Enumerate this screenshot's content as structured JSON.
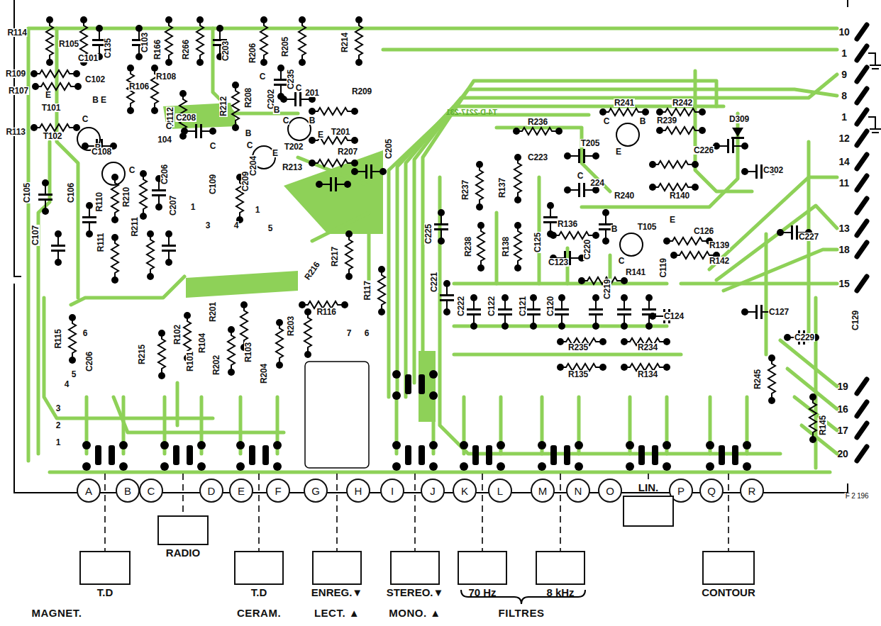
{
  "diagram": {
    "nodes": [
      {
        "text": [
          "A"
        ]
      },
      {
        "text": [
          "B"
        ]
      },
      {
        "text": [
          "C"
        ]
      },
      {
        "text": [
          "D"
        ]
      },
      {
        "text": [
          "E"
        ]
      },
      {
        "text": [
          "F"
        ]
      },
      {
        "text": [
          "G"
        ]
      },
      {
        "text": [
          "H"
        ]
      },
      {
        "text": [
          "I"
        ]
      },
      {
        "text": [
          "J"
        ]
      },
      {
        "text": [
          "K"
        ]
      },
      {
        "text": [
          "L"
        ]
      },
      {
        "text": [
          "M"
        ]
      },
      {
        "text": [
          "N"
        ]
      },
      {
        "text": [
          "O"
        ]
      },
      {
        "text": [
          "P"
        ]
      },
      {
        "text": [
          "Q"
        ]
      },
      {
        "text": [
          "R"
        ]
      },
      {
        "text": [
          "LIN."
        ]
      },
      {
        "text": [
          "RADIO"
        ]
      },
      {
        "text": [
          "T.D"
        ]
      },
      {
        "text": [
          "T.D"
        ]
      },
      {
        "text": [
          "ENREG.▼"
        ]
      },
      {
        "text": [
          "STEREO.▼"
        ]
      },
      {
        "text": [
          "70 Hz"
        ]
      },
      {
        "text": [
          "8 kHz"
        ]
      },
      {
        "text": [
          "CONTOUR"
        ]
      }
    ],
    "labels": [
      "T4-D-2217-231",
      "R114",
      "R105",
      "C101",
      "C135",
      "C103",
      "R166",
      "R266",
      "C203",
      "R206",
      "R205",
      "R214",
      "C",
      "C202",
      "C235",
      "C",
      "201",
      "R209",
      "R109",
      "C102",
      "R106",
      "R108",
      "R107",
      "E",
      "T101",
      "B E",
      "C",
      "R112",
      "R212",
      "R208",
      "B",
      "C",
      "B",
      "E",
      "T201",
      "B",
      "C",
      "E",
      "T202",
      "R213",
      "R207",
      "C204",
      "C205",
      "R113",
      "T102",
      "B",
      "C",
      "C",
      "104",
      "C208",
      "C",
      "C108",
      "C105",
      "C106",
      "R110",
      "R210",
      "C206",
      "C109",
      "C209",
      "C107",
      "R111",
      "R211",
      "C207",
      "1",
      "3",
      "4",
      "1",
      "5",
      "R217",
      "R216",
      "R116",
      "R117",
      "7",
      "6",
      "R102",
      "R201",
      "R104",
      "R101",
      "R202",
      "R103",
      "R203",
      "R204",
      "R115",
      "R215",
      "C206",
      "6",
      "5",
      "4",
      "3",
      "2",
      "1",
      "R241",
      "R242",
      "R236",
      "C",
      "B",
      "R239",
      "D309",
      "C223",
      "T205",
      "C226",
      "E",
      "R240",
      "R140",
      "C302",
      "R237",
      "R137",
      "C",
      "224",
      "C225",
      "R238",
      "R138",
      "C125",
      "R136",
      "B",
      "T105",
      "E",
      "C126",
      "R139",
      "C227",
      "C123",
      "C",
      "R141",
      "R142",
      "C220",
      "C119",
      "C124",
      "C221",
      "C222",
      "C122",
      "C121",
      "C120",
      "C219",
      "C127",
      "C229",
      "C129",
      "R235",
      "R234",
      "R135",
      "R134",
      "R245",
      "R145",
      "10",
      "1",
      "9",
      "8",
      "1",
      "12",
      "14",
      "11",
      "13",
      "18",
      "15",
      "19",
      "16",
      "17",
      "20",
      "F 2 196",
      "MAGNET.",
      "CERAM.",
      "LECT. ▲",
      "MONO. ▲",
      "FILTRES"
    ]
  }
}
